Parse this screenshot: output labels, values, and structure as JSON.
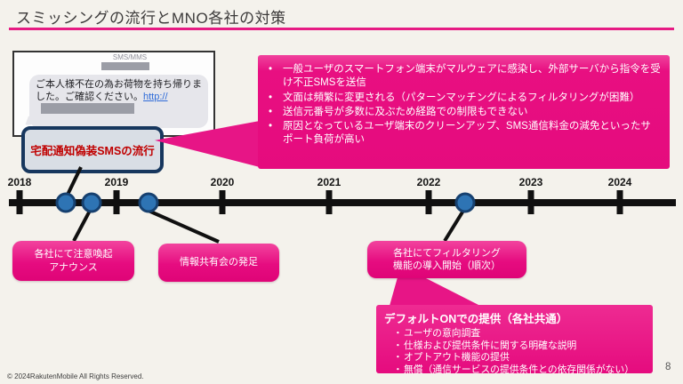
{
  "colors": {
    "accent_magenta": "#E71586",
    "navy_border": "#17375E",
    "alert_red": "#C00000",
    "dot_blue": "#2E74B4",
    "link_blue": "#2E6BD8",
    "background": "#F4F2EC"
  },
  "slide": {
    "title": "スミッシングの流行とMNO各社の対策",
    "page_number": "8",
    "footer": "© 2024RakutenMobile All Rights Reserved."
  },
  "sms_mock": {
    "header": "SMS/MMS",
    "message_text": "ご本人様不在の為お荷物を持ち帰りました。ご確認ください。",
    "message_link": "http://"
  },
  "label_box": {
    "text": "宅配通知偽装SMSの流行"
  },
  "callout": {
    "bullets": [
      "一般ユーザのスマートフォン端末がマルウェアに感染し、外部サーバから指令を受け不正SMSを送信",
      "文面は頻繁に変更される（パターンマッチングによるフィルタリングが困難）",
      "送信元番号が多数に及ぶため経路での制限もできない",
      "原因となっているユーザ端末のクリーンアップ、SMS通信料金の減免といったサポート負荷が高い"
    ]
  },
  "timeline": {
    "years": [
      "2018",
      "2019",
      "2020",
      "2021",
      "2022",
      "2023",
      "2024"
    ]
  },
  "events": {
    "warning": {
      "line1": "各社にて注意喚起",
      "line2": "アナウンス"
    },
    "sharing": {
      "label": "情報共有会の発足"
    },
    "filtering": {
      "line1": "各社にてフィルタリング",
      "line2": "機能の導入開始（順次）"
    }
  },
  "default_on": {
    "title": "デフォルトONでの提供（各社共通）",
    "bullets": [
      "ユーザの意向調査",
      "仕様および提供条件に関する明確な説明",
      "オプトアウト機能の提供",
      "無償（通信サービスの提供条件との依存関係がない）"
    ]
  }
}
